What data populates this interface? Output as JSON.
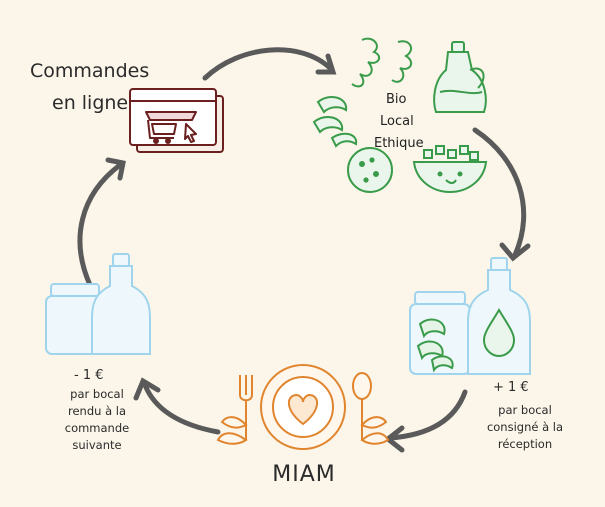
{
  "online_orders": {
    "line1": "Commandes",
    "line2": "en ligne"
  },
  "products": {
    "line1": "Bio",
    "line2": "Local",
    "line3": "Ethique"
  },
  "deposit_received": {
    "amount": "+ 1 €",
    "line1": "par bocal",
    "line2": "consigné à la",
    "line3": "réception"
  },
  "deposit_returned": {
    "amount": "- 1 €",
    "line1": "par bocal",
    "line2": "rendu à la",
    "line3": "commande",
    "line4": "suivante"
  },
  "meal": {
    "label": "MIAM"
  },
  "colors": {
    "background": "#fbf6e9",
    "arrow": "#555555",
    "shop_icon": "#6b1f1f",
    "food_green": "#3a9b4a",
    "jar_blue": "#9fd4ec",
    "utensil_orange": "#e0852e"
  }
}
